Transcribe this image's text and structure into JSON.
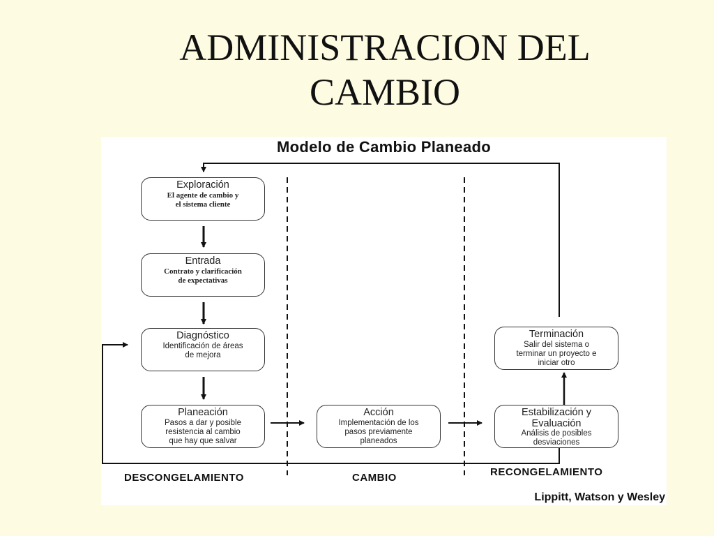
{
  "slide": {
    "title_line1": "ADMINISTRACION DEL",
    "title_line2": "CAMBIO"
  },
  "diagram": {
    "title": "Modelo de Cambio Planeado",
    "boxes": {
      "exploracion": {
        "title": "Exploración",
        "desc_line1": "El agente de cambio y",
        "desc_line2": "el sistema cliente"
      },
      "entrada": {
        "title": "Entrada",
        "desc_line1": "Contrato y clarificación",
        "desc_line2": "de expectativas"
      },
      "diagnostico": {
        "title": "Diagnóstico",
        "desc_line1": "Identificación de áreas",
        "desc_line2": "de mejora"
      },
      "planeacion": {
        "title": "Planeación",
        "desc_line1": "Pasos a dar y posible",
        "desc_line2": "resistencia al cambio",
        "desc_line3": "que hay que salvar"
      },
      "accion": {
        "title": "Acción",
        "desc_line1": "Implementación de los",
        "desc_line2": "pasos previamente",
        "desc_line3": "planeados"
      },
      "estabilizacion": {
        "title_line1": "Estabilización y",
        "title_line2": "Evaluación",
        "desc_line1": "Análisis de posibles",
        "desc_line2": "desviaciones"
      },
      "terminacion": {
        "title": "Terminación",
        "desc_line1": "Salir del sistema o",
        "desc_line2": "terminar un proyecto e",
        "desc_line3": "iniciar otro"
      }
    },
    "phases": {
      "descongelamiento": "DESCONGELAMIENTO",
      "cambio": "CAMBIO",
      "recongelamiento": "RECONGELAMIENTO"
    },
    "credit": "Lippitt, Watson y Wesley"
  }
}
